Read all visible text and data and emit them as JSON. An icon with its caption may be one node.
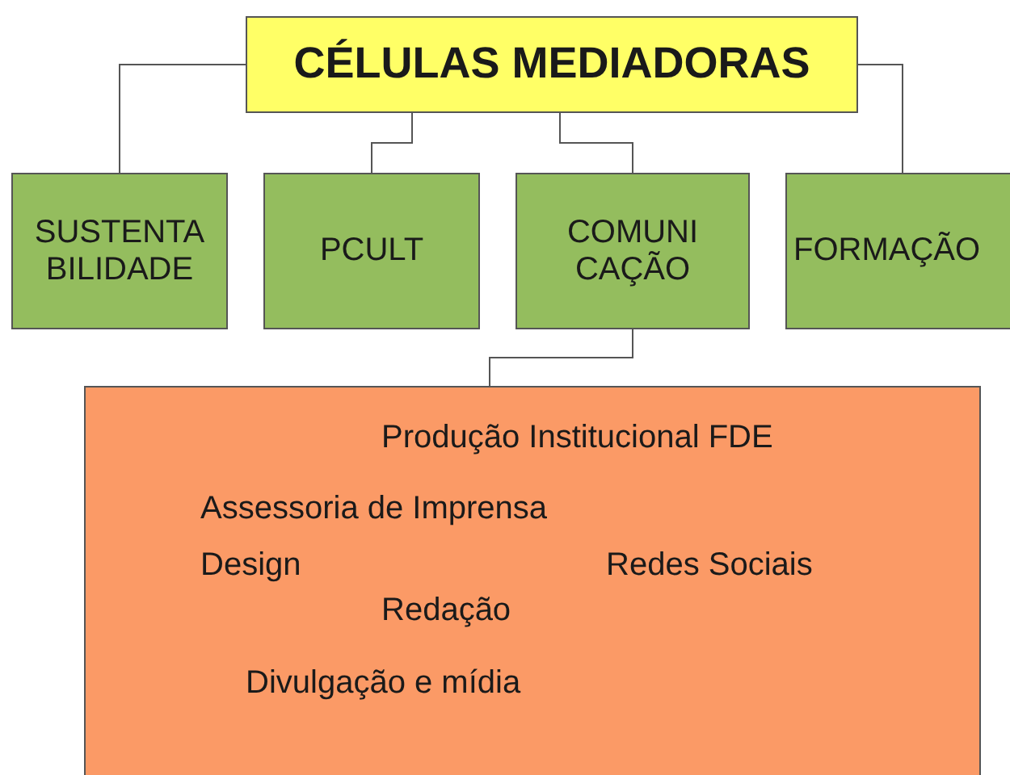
{
  "diagram": {
    "nodes": [
      {
        "text": [
          "CÉLULAS MEDIADORAS"
        ]
      },
      {
        "text": [
          "SUSTENTA BILIDADE"
        ]
      },
      {
        "text": [
          "PCULT"
        ]
      },
      {
        "text": [
          "COMUNI CAÇÃO"
        ]
      },
      {
        "text": [
          "FORMAÇÃO"
        ]
      },
      {
        "text": [
          "Produção Institucional FDE",
          "Assessoria de Imprensa",
          "Design",
          "Redes Sociais",
          "Redação",
          "Divulgação e mídia"
        ]
      }
    ],
    "edges": [
      {
        "from": 0,
        "to": 1,
        "arrow": "none"
      },
      {
        "from": 0,
        "to": 2,
        "arrow": "none"
      },
      {
        "from": 0,
        "to": 3,
        "arrow": "none"
      },
      {
        "from": 0,
        "to": 4,
        "arrow": "none"
      },
      {
        "from": 3,
        "to": 5,
        "arrow": "none"
      }
    ]
  }
}
